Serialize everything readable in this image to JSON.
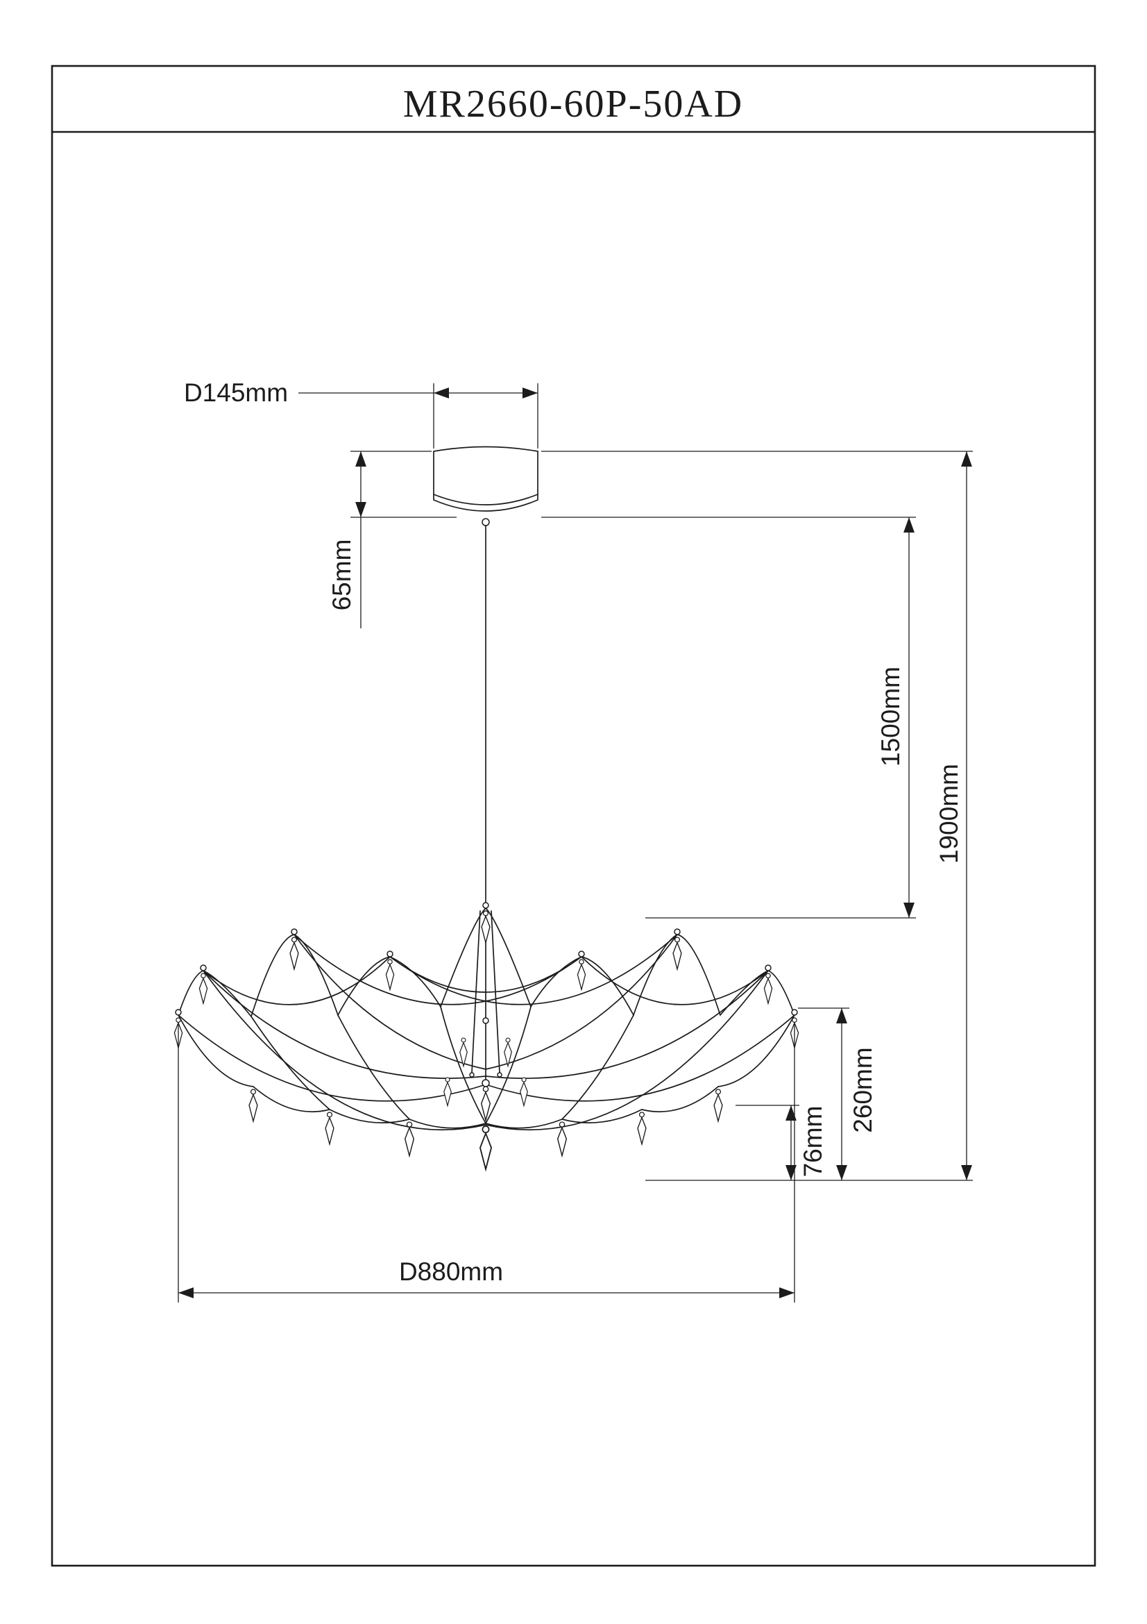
{
  "title": "MR2660-60P-50AD",
  "dimensions": {
    "canopy_diameter": "D145mm",
    "canopy_height": "65mm",
    "suspension_length": "1500mm",
    "overall_height": "1900mm",
    "body_height": "260mm",
    "pendant_drop": "76mm",
    "fixture_diameter": "D880mm"
  },
  "colors": {
    "line": "#1c1c1c",
    "background": "#ffffff"
  }
}
